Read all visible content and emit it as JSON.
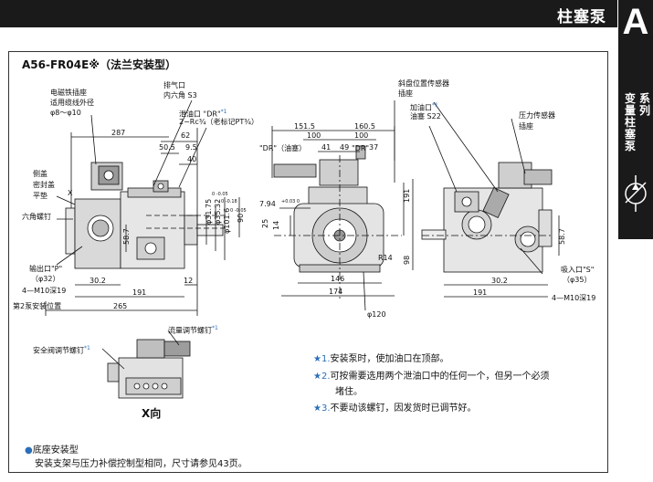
{
  "header": {
    "title": "柱塞泵"
  },
  "side_tab": {
    "letter": "A",
    "brand": "ꟲ",
    "vertical_text": [
      "系列",
      "变量柱塞泵"
    ]
  },
  "model_title": "A56-FR04E※（法兰安装型）",
  "labels": {
    "solenoid_socket": "电磁铁插座",
    "cable_od": "适用缆线外径",
    "cable_od_range": "φ8～φ10",
    "side_cover": "侧盖",
    "seal_cover": "密封盖",
    "washer": "平垫",
    "hex_bolt": "六角螺钉",
    "outlet": "输出口\"P\"",
    "outlet_dia": "（φ32）",
    "outlet_screw": "4—M10深19",
    "pos2_drain": "第2泵安装位置",
    "vent": "排气口",
    "vent_hex": "内六角 S3",
    "drain": "泄油口 \"DR\"",
    "drain_star": "*1",
    "drain_thread": "2−Rc¾（老标记PT¾）",
    "dr_left": "\"DR\"（油塞）",
    "dr_right": "\"DR\"",
    "swash_sensor": "斜盘位置传感器",
    "sensor_socket": "插座",
    "fill_port": "加油口",
    "fill_star": "*1",
    "fill_plug": "油塞 S22",
    "pressure_sensor": "压力传感器",
    "pressure_socket": "插座",
    "inlet": "吸入口\"S\"",
    "inlet_dia": "（φ35）",
    "inlet_screw": "4—M10深19",
    "safety_screw": "安全阀调节螺钉",
    "safety_star": "*1",
    "flow_screw": "流量调节螺钉",
    "flow_star": "*1",
    "x_view": "X向",
    "x_mark": "X"
  },
  "dims": {
    "d287": "287",
    "d62": "62",
    "d50_5": "50.5",
    "d9_5": "9.5",
    "d40": "40",
    "d58_7": "58.7",
    "d30_2": "30.2",
    "d191a": "191",
    "d12": "12",
    "d265": "265",
    "shaft1": "φ31.75",
    "shaft1_tol": "0 -0.05",
    "shaft2": "φ35.32",
    "shaft2_tol": "0 -0.18",
    "shaft3": "φ101.6",
    "shaft3_tol": "0 -0.05",
    "d90": "90",
    "d151_5": "151.5",
    "d160_5": "160.5",
    "d100a": "100",
    "d100b": "100",
    "d41": "41",
    "d49": "49",
    "d37": "37",
    "key": "7.94",
    "key_tol": "+0.03 0",
    "d25": "25",
    "d14": "14",
    "d191b": "191",
    "d98": "98",
    "r14": "R14",
    "d146": "146",
    "d174": "174",
    "d120": "φ120",
    "d58_7b": "58.7",
    "d30_2b": "30.2",
    "d191c": "191"
  },
  "notes": [
    {
      "mark": "★1.",
      "text": "安装泵时，使加油口在顶部。"
    },
    {
      "mark": "★2.",
      "text": "可按需要选用两个泄油口中的任何一个，但另一个必须"
    },
    {
      "mark": "",
      "text": "堵住。"
    },
    {
      "mark": "★3.",
      "text": "不要动该螺钉，因发货时已调节好。"
    }
  ],
  "footer": {
    "bullet_mark": "●",
    "bullet_title": "底座安装型",
    "bullet_text": "安装支架与压力补偿控制型相同，尺寸请参见43页。"
  },
  "colors": {
    "header_bg": "#1a1a1a",
    "accent_blue": "#2a6fb8",
    "line": "#111111"
  }
}
